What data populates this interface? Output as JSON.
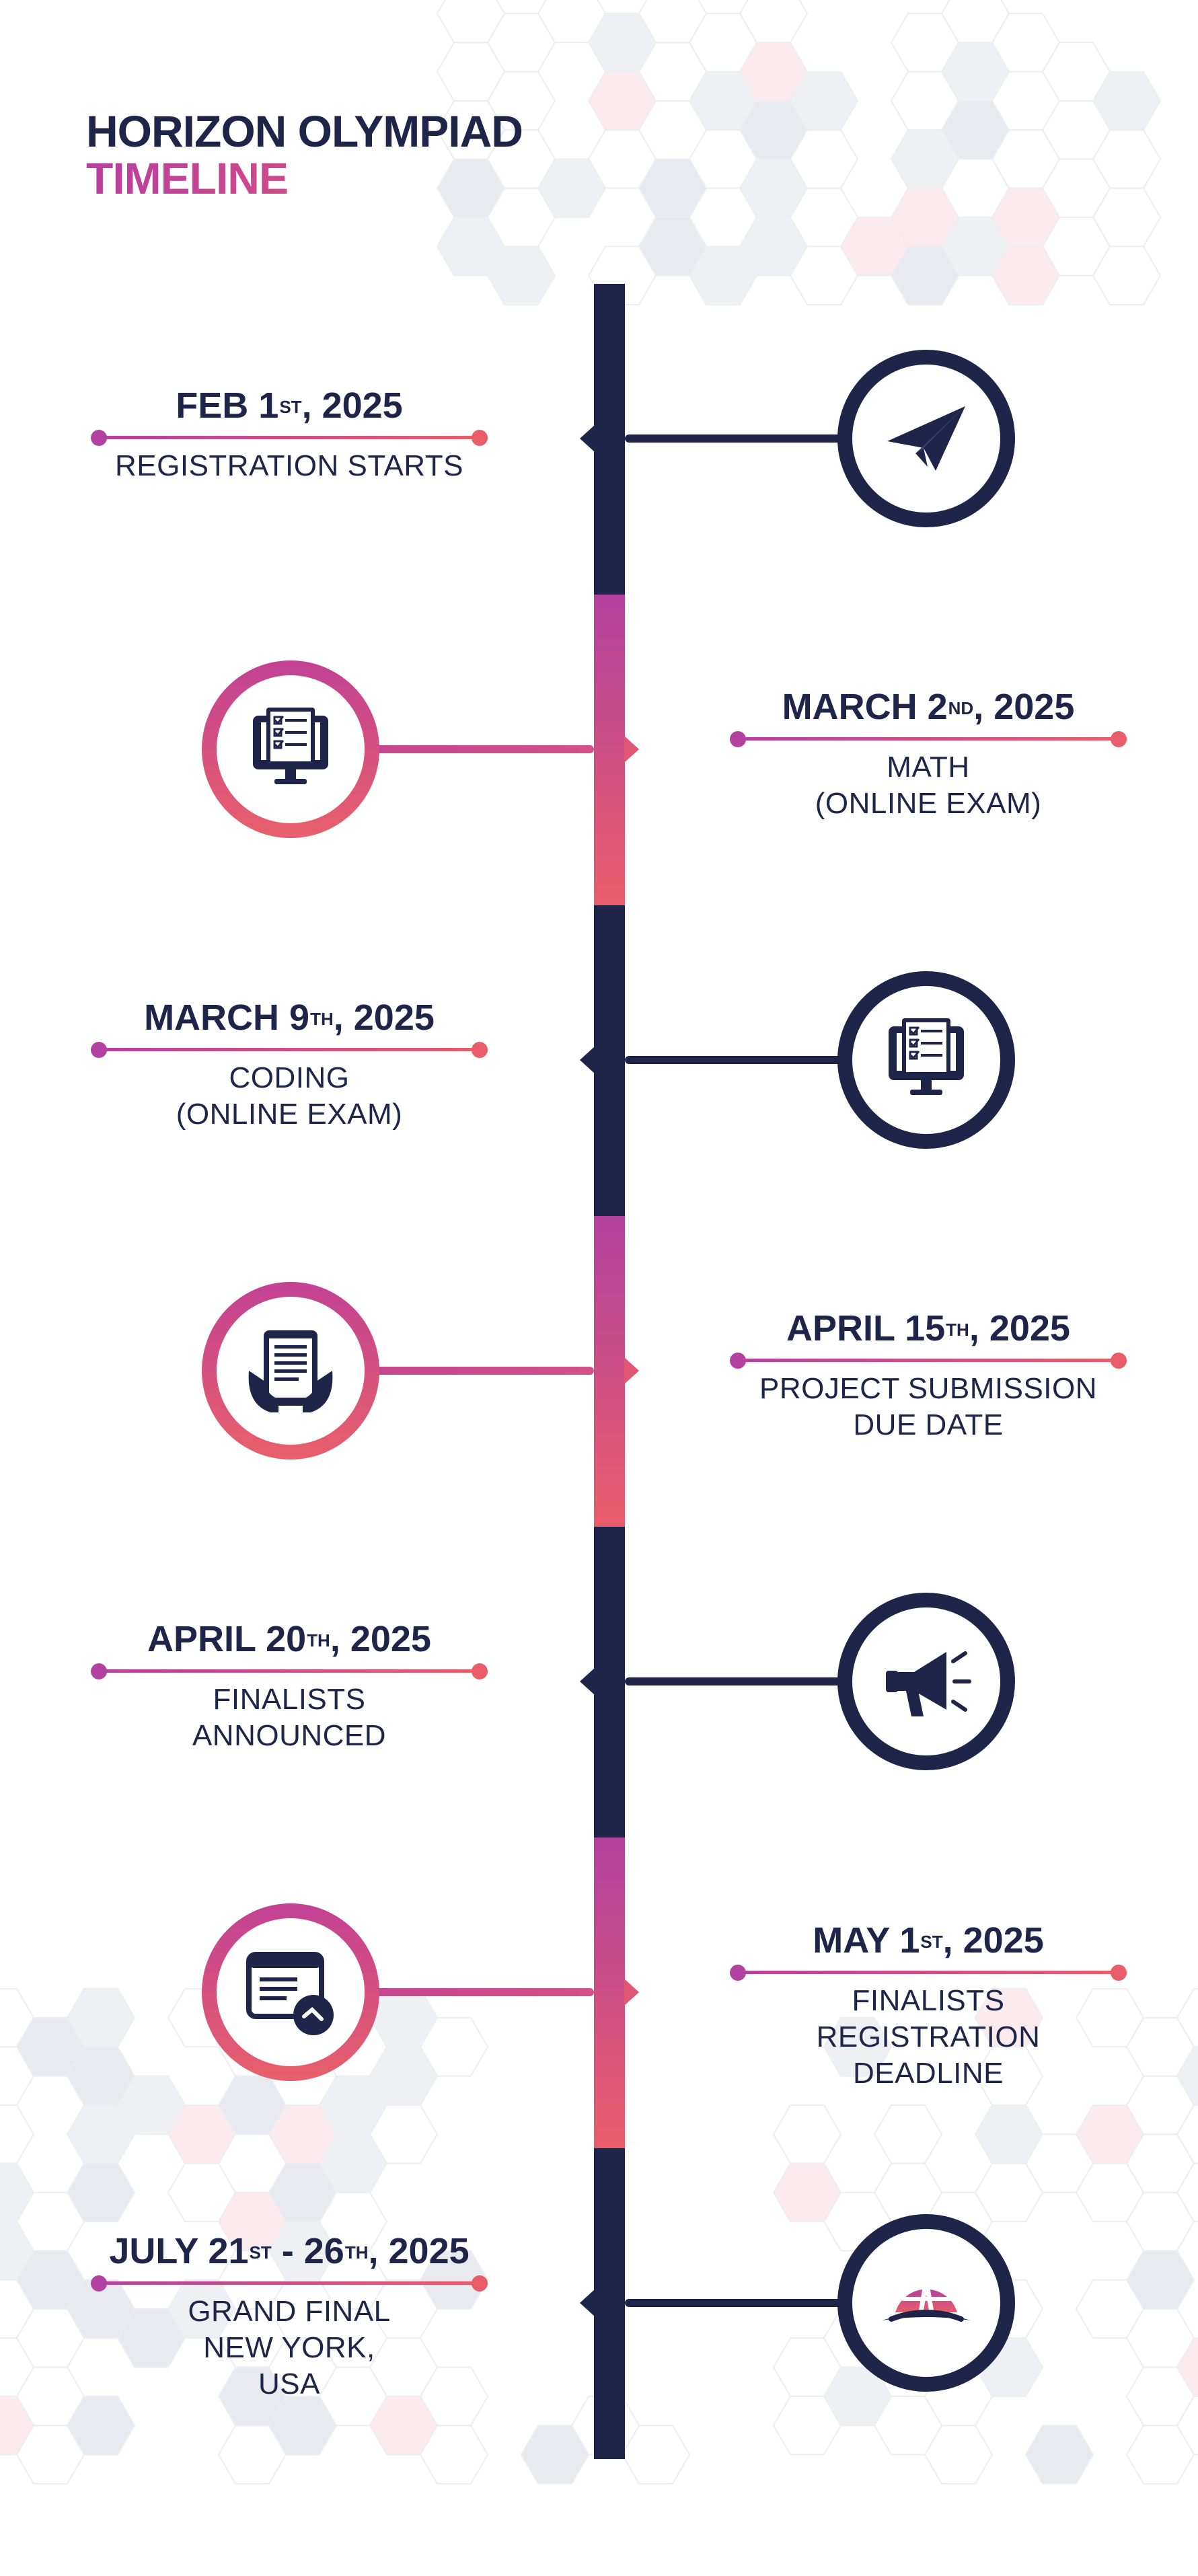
{
  "title": {
    "line1": "HORIZON OLYMPIAD",
    "line2": "TIMELINE"
  },
  "colors": {
    "navy": "#1e2549",
    "gradient_start": "#b3419f",
    "gradient_end": "#e95d6a"
  },
  "events": [
    {
      "date": {
        "pre": "FEB 1",
        "sup": "ST",
        "post": ", 2025"
      },
      "desc": [
        "REGISTRATION STARTS"
      ],
      "icon": "paper-plane-icon",
      "side": "left-text",
      "theme": "dark"
    },
    {
      "date": {
        "pre": "MARCH 2",
        "sup": "ND",
        "post": ", 2025"
      },
      "desc": [
        "MATH",
        "(ONLINE EXAM)"
      ],
      "icon": "monitor-checklist-icon",
      "side": "right-text",
      "theme": "grad"
    },
    {
      "date": {
        "pre": "MARCH 9",
        "sup": "TH",
        "post": ", 2025"
      },
      "desc": [
        "CODING",
        "(ONLINE EXAM)"
      ],
      "icon": "monitor-checklist-icon",
      "side": "left-text",
      "theme": "dark"
    },
    {
      "date": {
        "pre": "APRIL 15",
        "sup": "TH",
        "post": ", 2025"
      },
      "desc": [
        "PROJECT SUBMISSION",
        "DUE DATE"
      ],
      "icon": "hands-document-icon",
      "side": "right-text",
      "theme": "grad"
    },
    {
      "date": {
        "pre": "APRIL 20",
        "sup": "TH",
        "post": ", 2025"
      },
      "desc": [
        "FINALISTS",
        "ANNOUNCED"
      ],
      "icon": "megaphone-icon",
      "side": "left-text",
      "theme": "dark"
    },
    {
      "date": {
        "pre": "MAY 1",
        "sup": "ST",
        "post": ", 2025"
      },
      "desc": [
        "FINALISTS",
        "REGISTRATION",
        "DEADLINE"
      ],
      "icon": "browser-clock-icon",
      "side": "right-text",
      "theme": "grad"
    },
    {
      "date": {
        "pre": "JULY 21",
        "sup": "ST",
        "mid": " - 26",
        "sup2": "TH",
        "post": ", 2025"
      },
      "desc": [
        "GRAND FINAL",
        "NEW YORK,",
        "USA"
      ],
      "icon": "globe-icon",
      "side": "left-text",
      "theme": "dark"
    }
  ]
}
